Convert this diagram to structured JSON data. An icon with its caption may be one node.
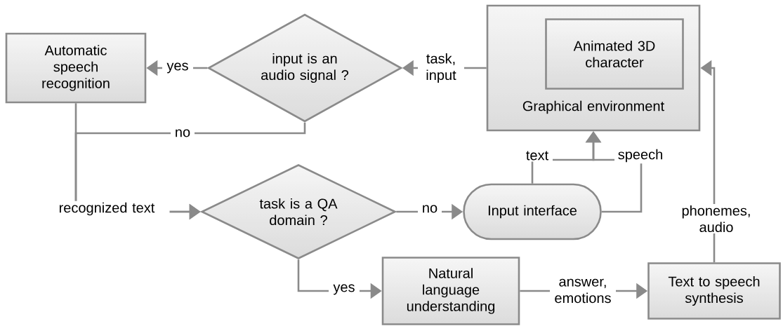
{
  "diagram": {
    "nodes": [
      {
        "text": [
          "Graphical environment"
        ]
      },
      {
        "text": [
          "Animated 3D character"
        ],
        "in": 0
      },
      {
        "text": [
          "input is an audio signal ?"
        ]
      },
      {
        "text": [
          "Automatic speech recognition"
        ]
      },
      {
        "text": [
          "task is a QA domain ?"
        ]
      },
      {
        "text": [
          "Input interface"
        ]
      },
      {
        "text": [
          "Natural language understanding"
        ]
      },
      {
        "text": [
          "Text to speech synthesis"
        ]
      }
    ],
    "edges": [
      {
        "from": 0,
        "to": 2,
        "arrow": "to",
        "label": "task, input"
      },
      {
        "from": 2,
        "to": 3,
        "arrow": "to",
        "label": "yes"
      },
      {
        "from": 2,
        "to": 4,
        "arrow": "to",
        "label": "no"
      },
      {
        "from": 3,
        "to": 4,
        "arrow": "to",
        "label": "recognized text"
      },
      {
        "from": 4,
        "to": 5,
        "arrow": "to",
        "label": "no"
      },
      {
        "from": 4,
        "to": 6,
        "arrow": "to",
        "label": "yes"
      },
      {
        "from": 5,
        "to": 0,
        "arrow": "to",
        "label": "text"
      },
      {
        "from": 5,
        "to": 0,
        "arrow": "to",
        "label": "speech"
      },
      {
        "from": 6,
        "to": 7,
        "arrow": "to",
        "label": "answer, emotions"
      },
      {
        "from": 7,
        "to": 0,
        "arrow": "to",
        "label": "phonemes, audio"
      }
    ]
  }
}
